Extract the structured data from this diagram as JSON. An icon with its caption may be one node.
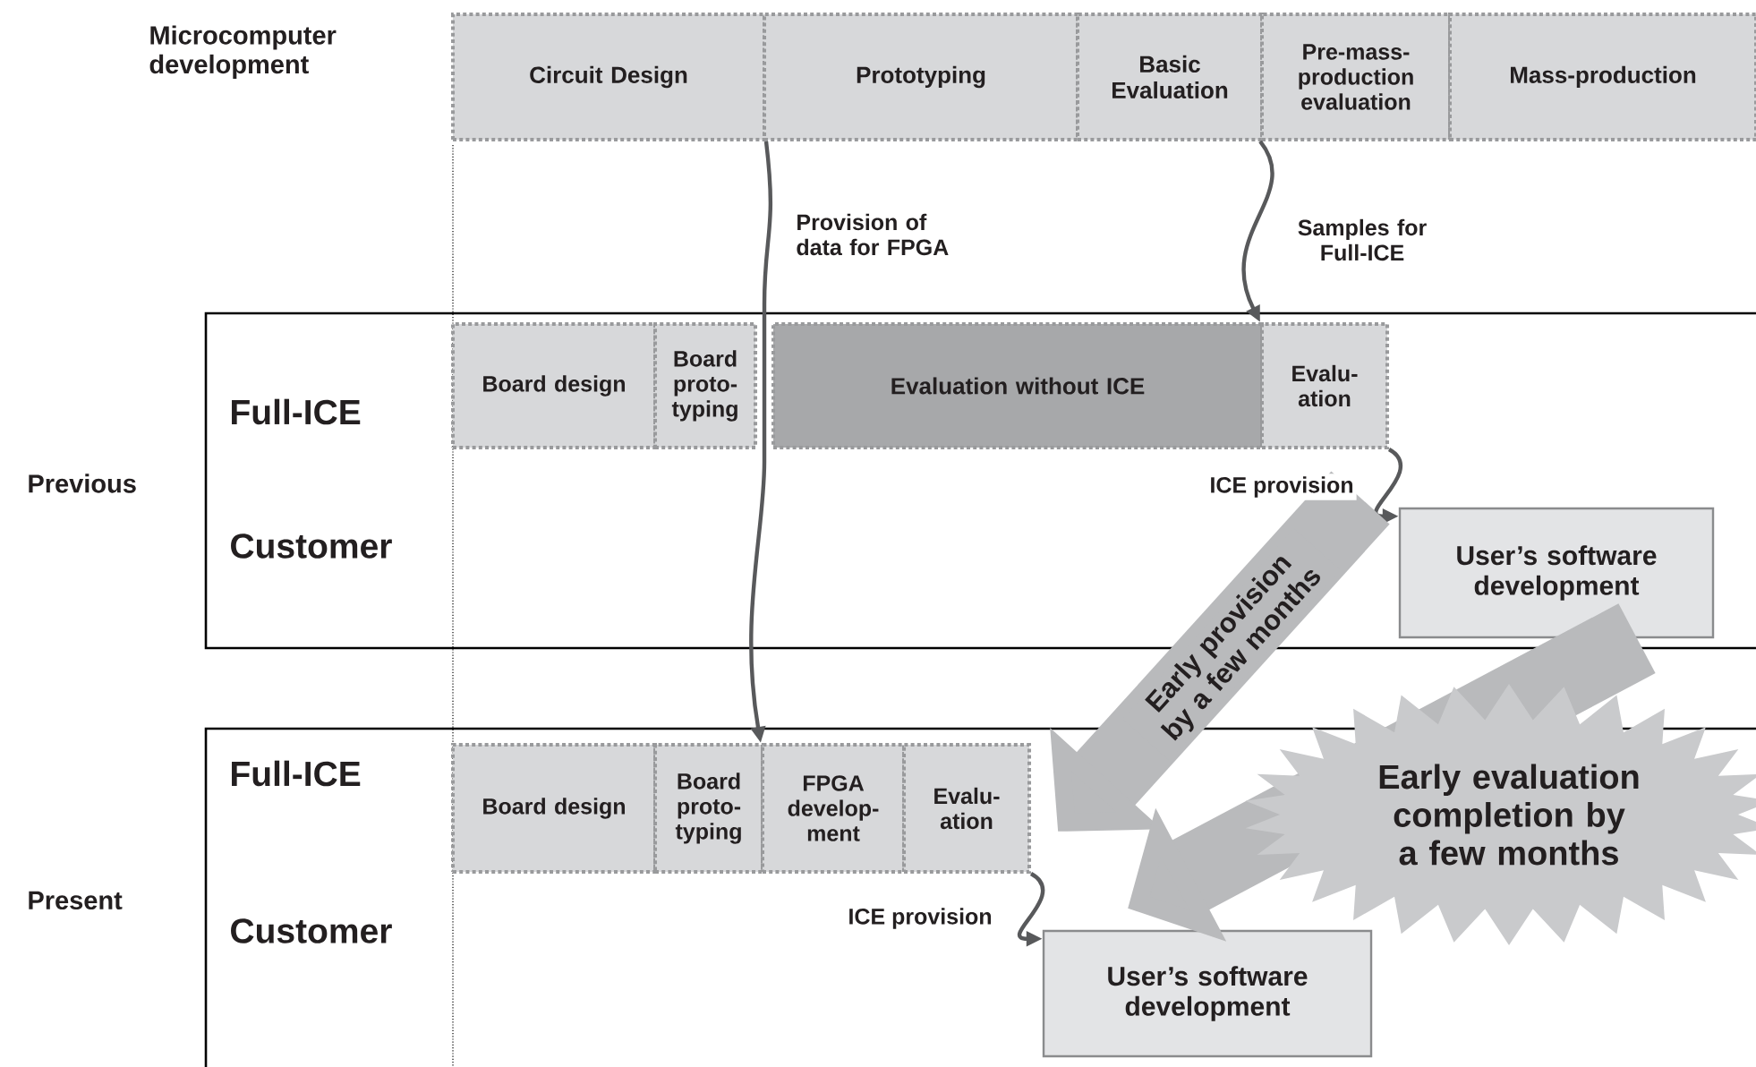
{
  "diagram": {
    "nodes": [
      {
        "text": [
          "Circuit Design"
        ]
      },
      {
        "text": [
          "Prototyping"
        ]
      },
      {
        "text": [
          "Basic Evaluation"
        ]
      },
      {
        "text": [
          "Pre-mass-production evaluation"
        ]
      },
      {
        "text": [
          "Mass-production"
        ]
      },
      {
        "text": [
          "Full-ICE",
          "Customer"
        ],
        "beside": [
          "Previous"
        ]
      },
      {
        "text": [
          "Board design"
        ],
        "in": 5
      },
      {
        "text": [
          "Board proto-typing"
        ],
        "in": 5
      },
      {
        "text": [
          "Evaluation without ICE"
        ],
        "in": 5
      },
      {
        "text": [
          "Evalu-ation"
        ],
        "in": 5
      },
      {
        "text": [
          "User’s software development"
        ],
        "in": 5
      },
      {
        "text": [
          "Full-ICE",
          "Customer"
        ],
        "beside": [
          "Present"
        ]
      },
      {
        "text": [
          "Board design"
        ],
        "in": 11
      },
      {
        "text": [
          "Board proto-typing"
        ],
        "in": 11
      },
      {
        "text": [
          "FPGA develop-ment"
        ],
        "in": 11
      },
      {
        "text": [
          "Evalu-ation"
        ],
        "in": 11
      },
      {
        "text": [
          "User’s software development"
        ],
        "in": 11
      }
    ],
    "edges": [
      {
        "from": 0,
        "to": 14,
        "arrow": "to",
        "label": "Provision of data for FPGA"
      },
      {
        "from": 3,
        "to": 9,
        "arrow": "to",
        "label": "Samples for Full-ICE"
      },
      {
        "from": 9,
        "to": 10,
        "arrow": "to",
        "label": "ICE provision"
      },
      {
        "from": 15,
        "to": 16,
        "arrow": "to",
        "label": "ICE provision"
      },
      {
        "from": null,
        "to": 15,
        "arrow": "to",
        "label": "Early provision by a few months",
        "style": "thick",
        "color": "#b9babc"
      },
      {
        "from": 10,
        "to": 16,
        "arrow": "to",
        "label": "Early evaluation completion by a few months",
        "style": "thick",
        "color": "#b9babc"
      }
    ],
    "labels": [
      "Microcomputer development"
    ]
  }
}
